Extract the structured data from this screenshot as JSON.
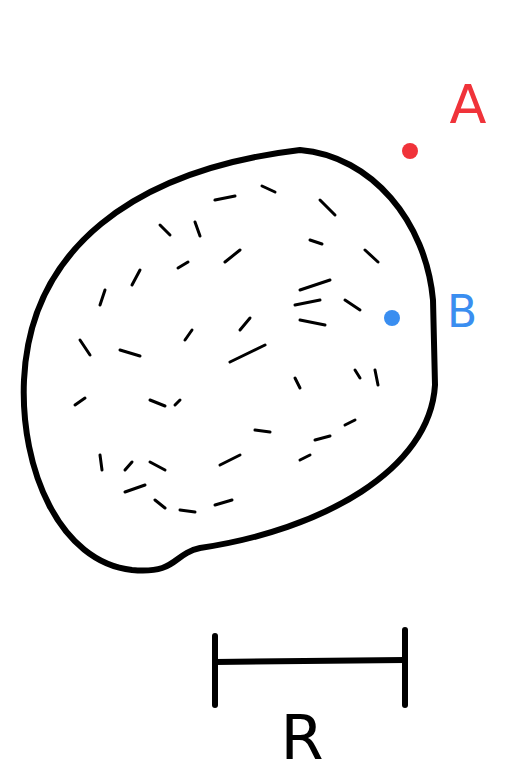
{
  "diagram": {
    "labels": [
      "A",
      "B",
      "R"
    ]
  }
}
